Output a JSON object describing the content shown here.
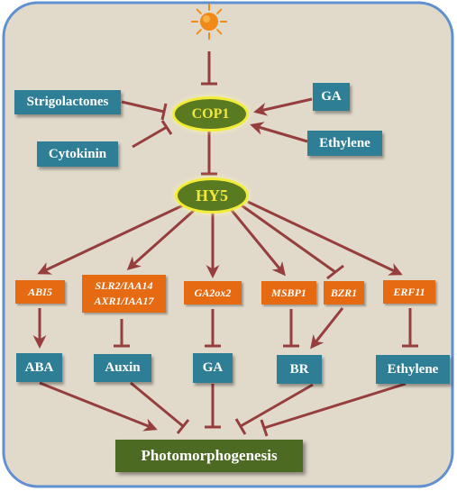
{
  "colors": {
    "background": "#e1dacb",
    "border": "#5f90d0",
    "arrow": "#963e3e",
    "node_blue": "#2e7f96",
    "node_orange": "#e56a12",
    "oval": "#5a7a22",
    "oval_text": "#f1e63a",
    "sun": "#f08a18"
  },
  "sun_icon": "sun-icon",
  "nodes": {
    "strigolactones": "Strigolactones",
    "cytokinin": "Cytokinin",
    "ga_top": "GA",
    "ethylene_top": "Ethylene",
    "cop1": "COP1",
    "hy5": "HY5",
    "abi5": "ABI5",
    "slr2_line1": "SLR2/IAA14",
    "slr2_line2": "AXR1/IAA17",
    "ga2ox2": "GA2ox2",
    "msbp1": "MSBP1",
    "bzr1": "BZR1",
    "erf11": "ERF11",
    "aba": "ABA",
    "auxin": "Auxin",
    "ga_bottom": "GA",
    "br": "BR",
    "ethylene_bottom": "Ethylene",
    "photomorphogenesis": "Photomorphogenesis"
  }
}
